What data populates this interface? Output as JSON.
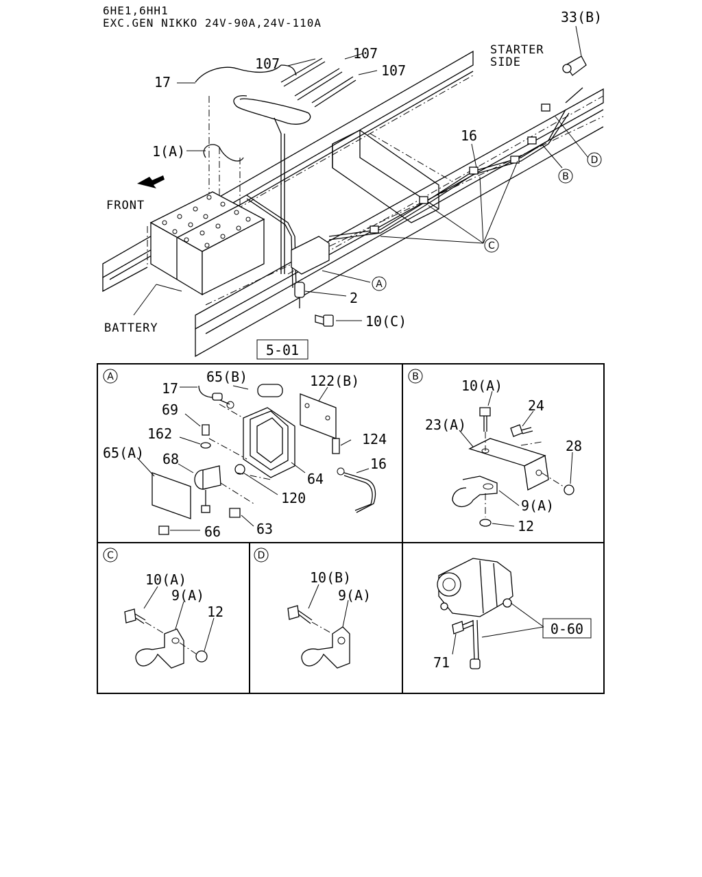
{
  "header": {
    "line1": "6HE1,6HH1",
    "line2": "EXC.GEN NIKKO 24V-90A,24V-110A"
  },
  "main": {
    "starter_side_1": "STARTER",
    "starter_side_2": "SIDE",
    "front": "FRONT",
    "battery": "BATTERY",
    "ref_box": "5-01",
    "callouts": {
      "p33b": "33(B)",
      "p107a": "107",
      "p107b": "107",
      "p107c": "107",
      "p17": "17",
      "p1a": "1(A)",
      "p16": "16",
      "p2": "2",
      "p10c": "10(C)",
      "circ_a": "A",
      "circ_b": "B",
      "circ_c": "C",
      "circ_d": "D"
    }
  },
  "panel_a": {
    "tag": "A",
    "labels": {
      "p17": "17",
      "p65b": "65(B)",
      "p122b": "122(B)",
      "p69": "69",
      "p124": "124",
      "p162": "162",
      "p16": "16",
      "p65a": "65(A)",
      "p68": "68",
      "p64": "64",
      "p120": "120",
      "p66": "66",
      "p63": "63"
    }
  },
  "panel_b": {
    "tag": "B",
    "labels": {
      "p10a": "10(A)",
      "p24": "24",
      "p23a": "23(A)",
      "p28": "28",
      "p9a": "9(A)",
      "p12": "12"
    }
  },
  "panel_c": {
    "tag": "C",
    "labels": {
      "p10a": "10(A)",
      "p9a": "9(A)",
      "p12": "12"
    }
  },
  "panel_d": {
    "tag": "D",
    "labels": {
      "p10b": "10(B)",
      "p9a": "9(A)"
    }
  },
  "panel_e": {
    "labels": {
      "ref_box": "0-60",
      "p71": "71"
    }
  }
}
